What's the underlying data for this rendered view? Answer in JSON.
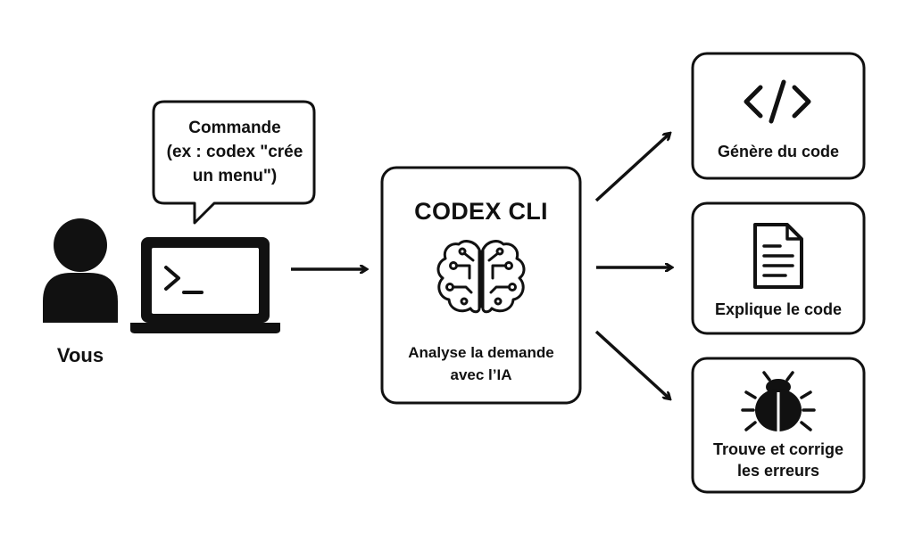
{
  "user": {
    "label": "Vous",
    "icon": "person-icon"
  },
  "command_bubble": {
    "lines": [
      "Commande",
      "(ex : codex \"crée",
      "un menu\")"
    ]
  },
  "laptop": {
    "icon": "terminal-laptop-icon",
    "prompt": ">_"
  },
  "codex": {
    "title": "CODEX CLI",
    "icon": "brain-circuit-icon",
    "desc_lines": [
      "Analyse la demande",
      "avec l’IA"
    ]
  },
  "outputs": [
    {
      "label_lines": [
        "Génère du code"
      ],
      "icon": "code-brackets-icon"
    },
    {
      "label_lines": [
        "Explique le code"
      ],
      "icon": "document-icon"
    },
    {
      "label_lines": [
        "Trouve et corrige",
        "les erreurs"
      ],
      "icon": "bug-icon"
    }
  ]
}
